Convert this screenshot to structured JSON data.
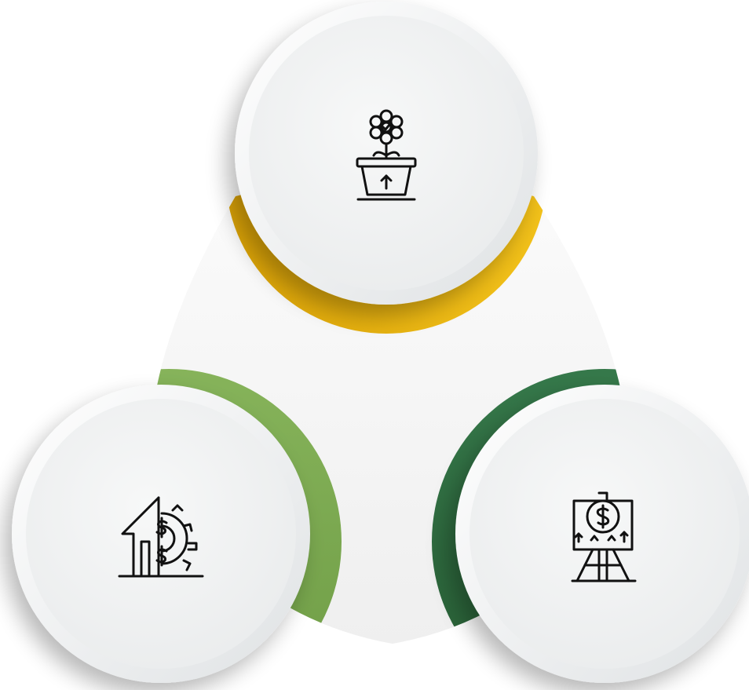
{
  "diagram": {
    "nodes": [
      {
        "id": "top",
        "icon": "plant-pot-growth-icon",
        "accent_color": "#E8B10A"
      },
      {
        "id": "bottom-left",
        "icon": "house-gear-dollar-icon",
        "accent_color": "#7AA84F"
      },
      {
        "id": "bottom-right",
        "icon": "easel-dollar-growth-icon",
        "accent_color": "#2E6B3C"
      }
    ],
    "colors": {
      "yellow": "#E8B10A",
      "light_green": "#7AA84F",
      "dark_green": "#2E6B3C",
      "disc_face": "#F1F2F3",
      "disc_rim": "#E4E6E8",
      "icon_stroke": "#111111"
    }
  }
}
